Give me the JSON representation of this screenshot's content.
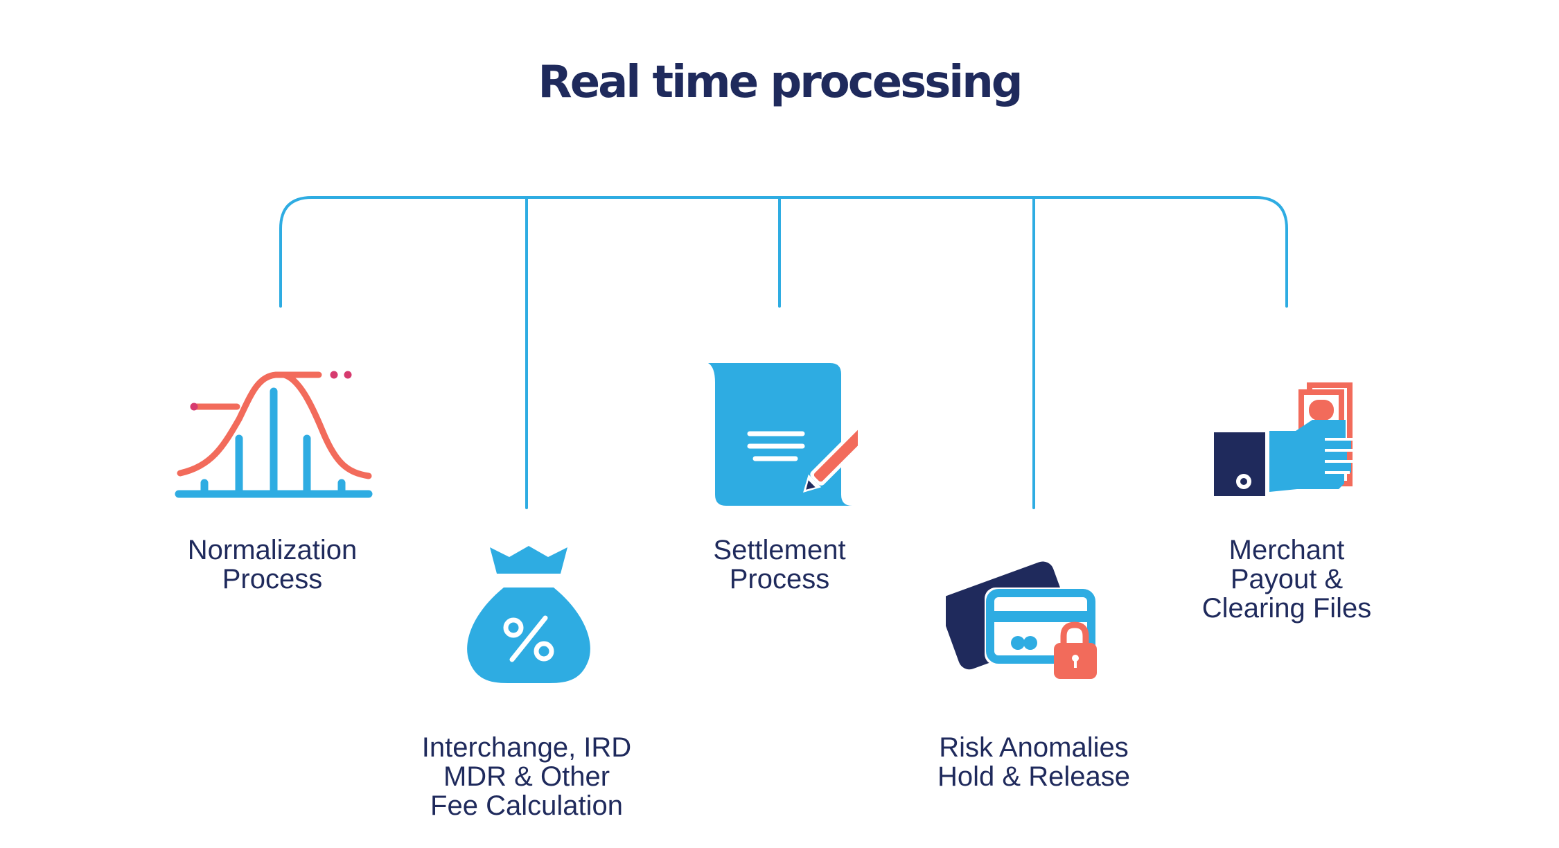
{
  "title": "Real time processing",
  "colors": {
    "navy": "#1f2a5c",
    "blue": "#2eace2",
    "coral": "#f26b5b",
    "magenta": "#d63a6e"
  },
  "steps": [
    {
      "icon": "bell-curve-chart-icon",
      "lines": [
        "Normalization",
        "Process"
      ]
    },
    {
      "icon": "money-bag-percent-icon",
      "lines": [
        "Interchange, IRD",
        "MDR & Other",
        "Fee Calculation"
      ]
    },
    {
      "icon": "document-pen-icon",
      "lines": [
        "Settlement",
        "Process"
      ]
    },
    {
      "icon": "cards-lock-icon",
      "lines": [
        "Risk Anomalies",
        "Hold & Release"
      ]
    },
    {
      "icon": "hand-cash-icon",
      "lines": [
        "Merchant",
        "Payout &",
        "Clearing Files"
      ]
    }
  ]
}
